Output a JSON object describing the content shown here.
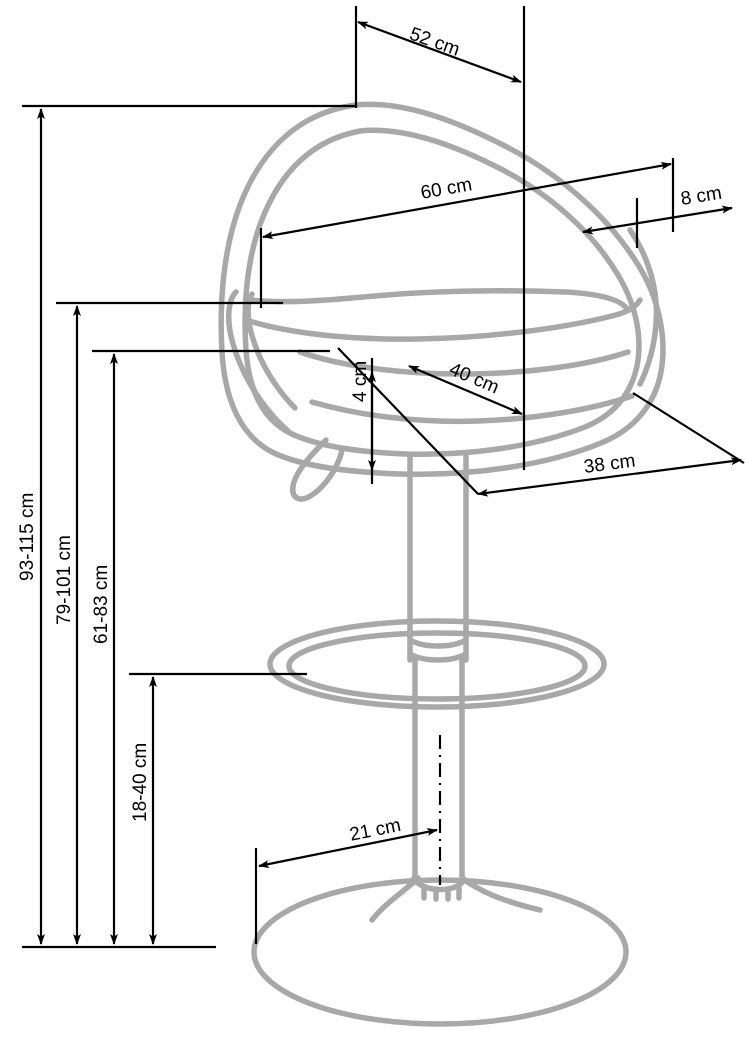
{
  "drawing": {
    "title": "Bar stool technical dimension drawing",
    "unit": "cm",
    "stroke_colors": {
      "product_outline": "#a8a8a8",
      "dimension_line": "#000000",
      "background": "#ffffff"
    }
  },
  "dimensions": {
    "overall_width_top": {
      "label": "52 cm",
      "value": 52,
      "unit": "cm",
      "orientation": "diagonal"
    },
    "backrest_width": {
      "label": "60 cm",
      "value": 60,
      "unit": "cm",
      "orientation": "diagonal"
    },
    "backrest_thickness": {
      "label": "8 cm",
      "value": 8,
      "unit": "cm",
      "orientation": "diagonal"
    },
    "seat_depth": {
      "label": "40 cm",
      "value": 40,
      "unit": "cm",
      "orientation": "diagonal"
    },
    "seat_cushion_thickness": {
      "label": "4 cm",
      "value": 4,
      "unit": "cm",
      "orientation": "vertical"
    },
    "seat_width": {
      "label": "38 cm",
      "value": 38,
      "unit": "cm",
      "orientation": "diagonal"
    },
    "base_radius": {
      "label": "21 cm",
      "value": 21,
      "unit": "cm",
      "orientation": "diagonal"
    },
    "total_height": {
      "label": "93-115 cm",
      "min": 93,
      "max": 115,
      "unit": "cm",
      "orientation": "vertical"
    },
    "backrest_height": {
      "label": "79-101 cm",
      "min": 79,
      "max": 101,
      "unit": "cm",
      "orientation": "vertical"
    },
    "armrest_height": {
      "label": "61-83 cm",
      "min": 61,
      "max": 83,
      "unit": "cm",
      "orientation": "vertical"
    },
    "footrest_height": {
      "label": "18-40 cm",
      "min": 18,
      "max": 40,
      "unit": "cm",
      "orientation": "vertical"
    }
  }
}
